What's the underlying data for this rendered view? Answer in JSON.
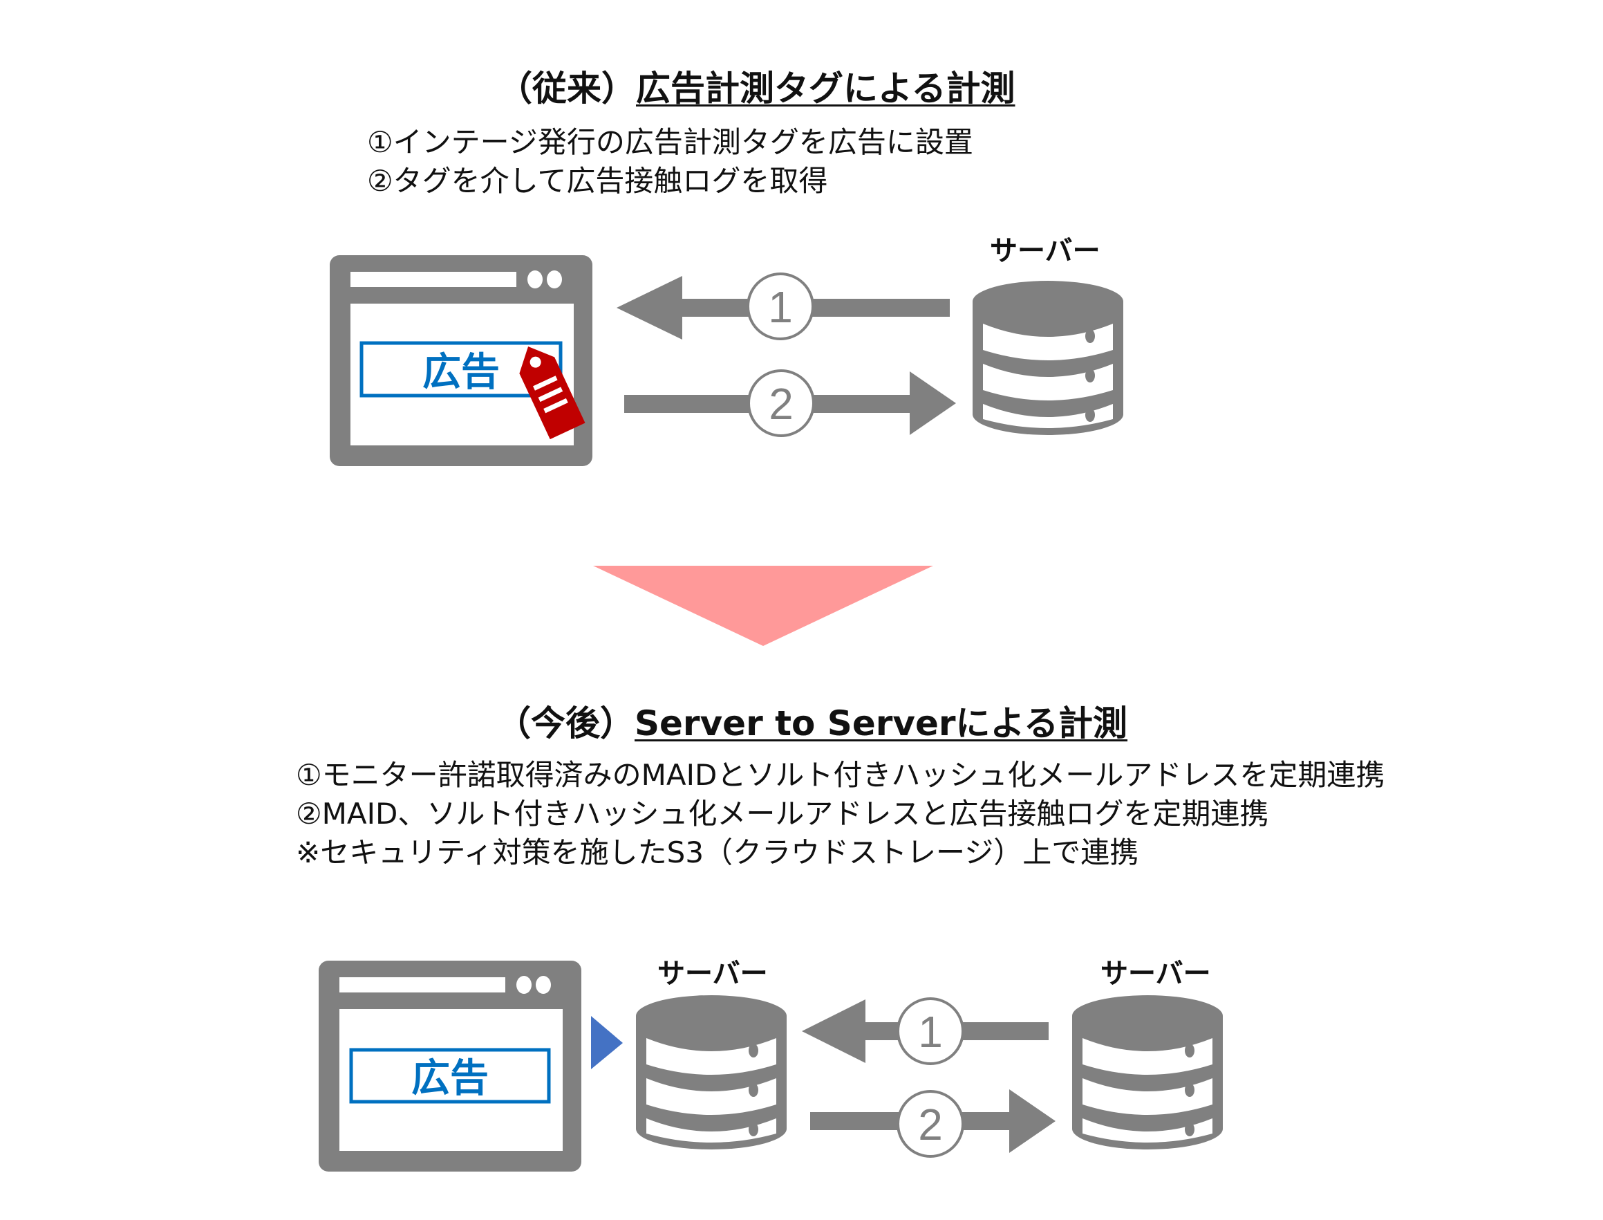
{
  "section_before": {
    "title_prefix": "（従来）",
    "title_main": "広告計測タグによる計測",
    "steps": [
      "①インテージ発行の広告計測タグを広告に設置",
      "②タグを介して広告接触ログを取得"
    ],
    "ad_label": "広告",
    "server_label": "サーバー",
    "arrow_1_label": "1",
    "arrow_2_label": "2"
  },
  "section_after": {
    "title_prefix": "（今後）",
    "title_main": "Server to Serverによる計測",
    "steps": [
      "①モニター許諾取得済みのMAIDとソルト付きハッシュ化メールアドレスを定期連携",
      "②MAID、ソルト付きハッシュ化メールアドレスと広告接触ログを定期連携",
      "※セキュリティ対策を施したS3（クラウドストレージ）上で連携"
    ],
    "ad_label": "広告",
    "server_left_label": "サーバー",
    "server_right_label": "サーバー",
    "arrow_1_label": "1",
    "arrow_2_label": "2"
  },
  "colors": {
    "icon_gray": "#808080",
    "ad_blue": "#0070c0",
    "tag_red": "#c00000",
    "transition_arrow": "#ff9999",
    "pointer_blue": "#4472c4"
  }
}
